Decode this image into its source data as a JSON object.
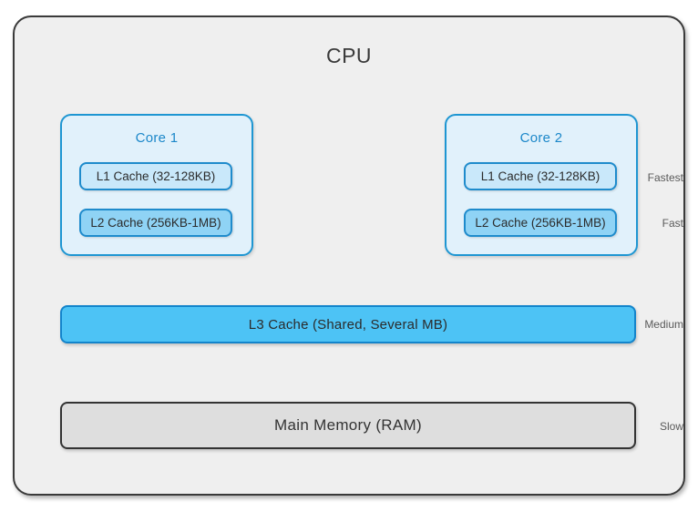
{
  "diagram": {
    "title": "CPU",
    "cores": [
      {
        "label": "Core 1",
        "l1_label": "L1 Cache (32-128KB)",
        "l2_label": "L2 Cache (256KB-1MB)"
      },
      {
        "label": "Core 2",
        "l1_label": "L1 Cache (32-128KB)",
        "l2_label": "L2 Cache (256KB-1MB)"
      }
    ],
    "l3_label": "L3 Cache (Shared, Several MB)",
    "ram_label": "Main Memory (RAM)",
    "speed_labels": {
      "l1": "Fastest",
      "l2": "Fast",
      "l3": "Medium",
      "ram": "Slow"
    },
    "colors": {
      "cpu_background": "#efefef",
      "cpu_border": "#3a3a3a",
      "core_background": "#e1f1fb",
      "core_border": "#1e96d2",
      "core_label_text": "#1b87c9",
      "l1_background": "#c9e8fa",
      "l2_background": "#8fd3f5",
      "cache_border": "#1e8bcc",
      "l3_background": "#4dc3f5",
      "l3_border": "#1384cb",
      "ram_background": "#dedede",
      "ram_border": "#333333",
      "body_text": "#2b2b2b",
      "speed_label_text": "#5a5a5a"
    }
  }
}
